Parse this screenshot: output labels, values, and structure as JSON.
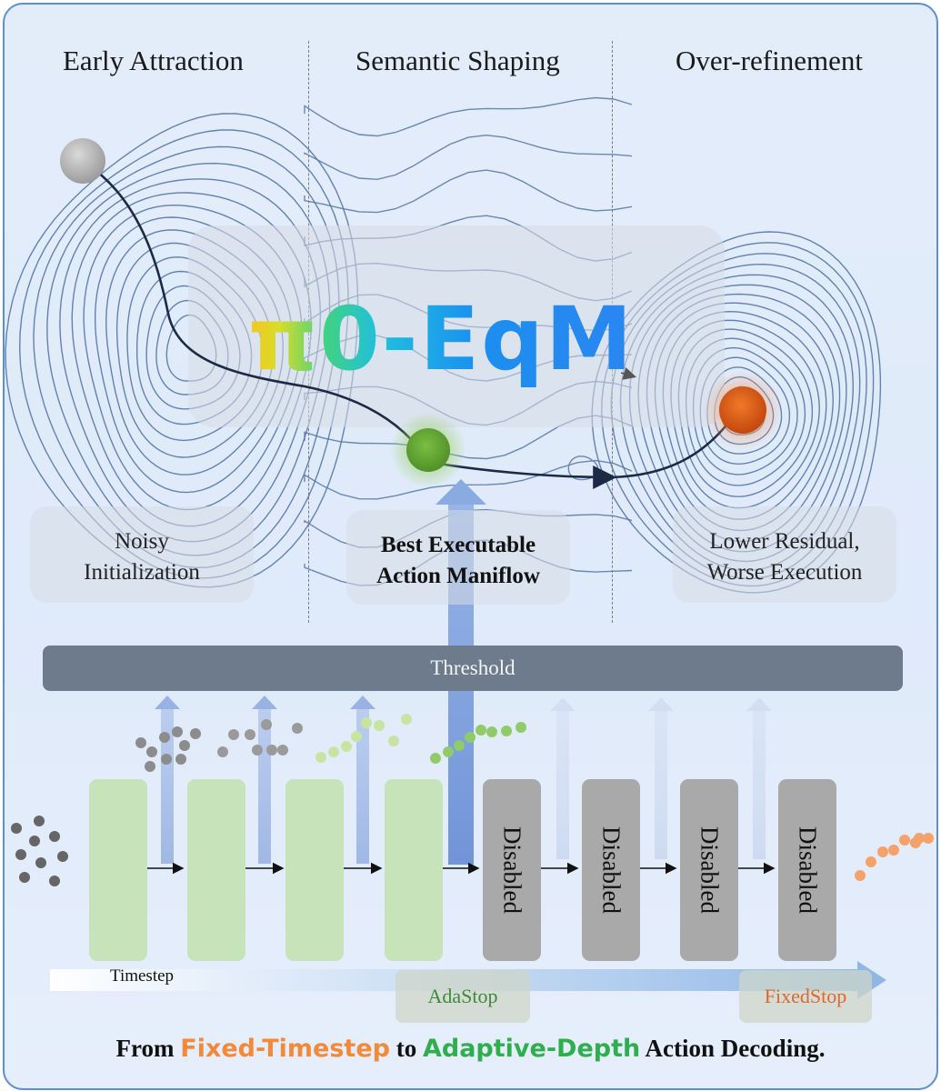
{
  "regions": [
    {
      "title": "Early Attraction"
    },
    {
      "title": "Semantic Shaping"
    },
    {
      "title": "Over-refinement"
    }
  ],
  "logo": {
    "text": "π0-EqM"
  },
  "stages": {
    "noisy": {
      "line1": "Noisy",
      "line2": "Initialization"
    },
    "best": {
      "line1": "Best Executable",
      "line2": "Action Maniflow"
    },
    "lower": {
      "line1": "Lower Residual,",
      "line2": "Worse Execution"
    }
  },
  "threshold": {
    "label": "Threshold"
  },
  "blocks": [
    {
      "state": "active",
      "label": ""
    },
    {
      "state": "active",
      "label": ""
    },
    {
      "state": "active",
      "label": ""
    },
    {
      "state": "active",
      "label": ""
    },
    {
      "state": "disabled",
      "label": "Disabled"
    },
    {
      "state": "disabled",
      "label": "Disabled"
    },
    {
      "state": "disabled",
      "label": "Disabled"
    },
    {
      "state": "disabled",
      "label": "Disabled"
    }
  ],
  "timeline": {
    "timestep_label": "Timestep",
    "adastop_label": "AdaStop",
    "fixedstop_label": "FixedStop"
  },
  "caption": {
    "prefix": "From ",
    "fixed": "Fixed-Timestep",
    "middle": " to ",
    "adaptive": "Adaptive-Depth",
    "suffix": " Action Decoding."
  },
  "colors": {
    "frame_border": "#5b8fd6",
    "contour": "#5676a8",
    "start_ball": "#b5b5b5",
    "best_ball": "#6aa83a",
    "end_ball": "#dd5a14",
    "trajectory": "#1c2a45",
    "upward_arrow": "#7d9ad6",
    "fixed_orange": "#f28a3a",
    "adaptive_green": "#2fae4d",
    "adastop_text": "#3d8a3a",
    "fixedstop_text": "#e0662a"
  }
}
